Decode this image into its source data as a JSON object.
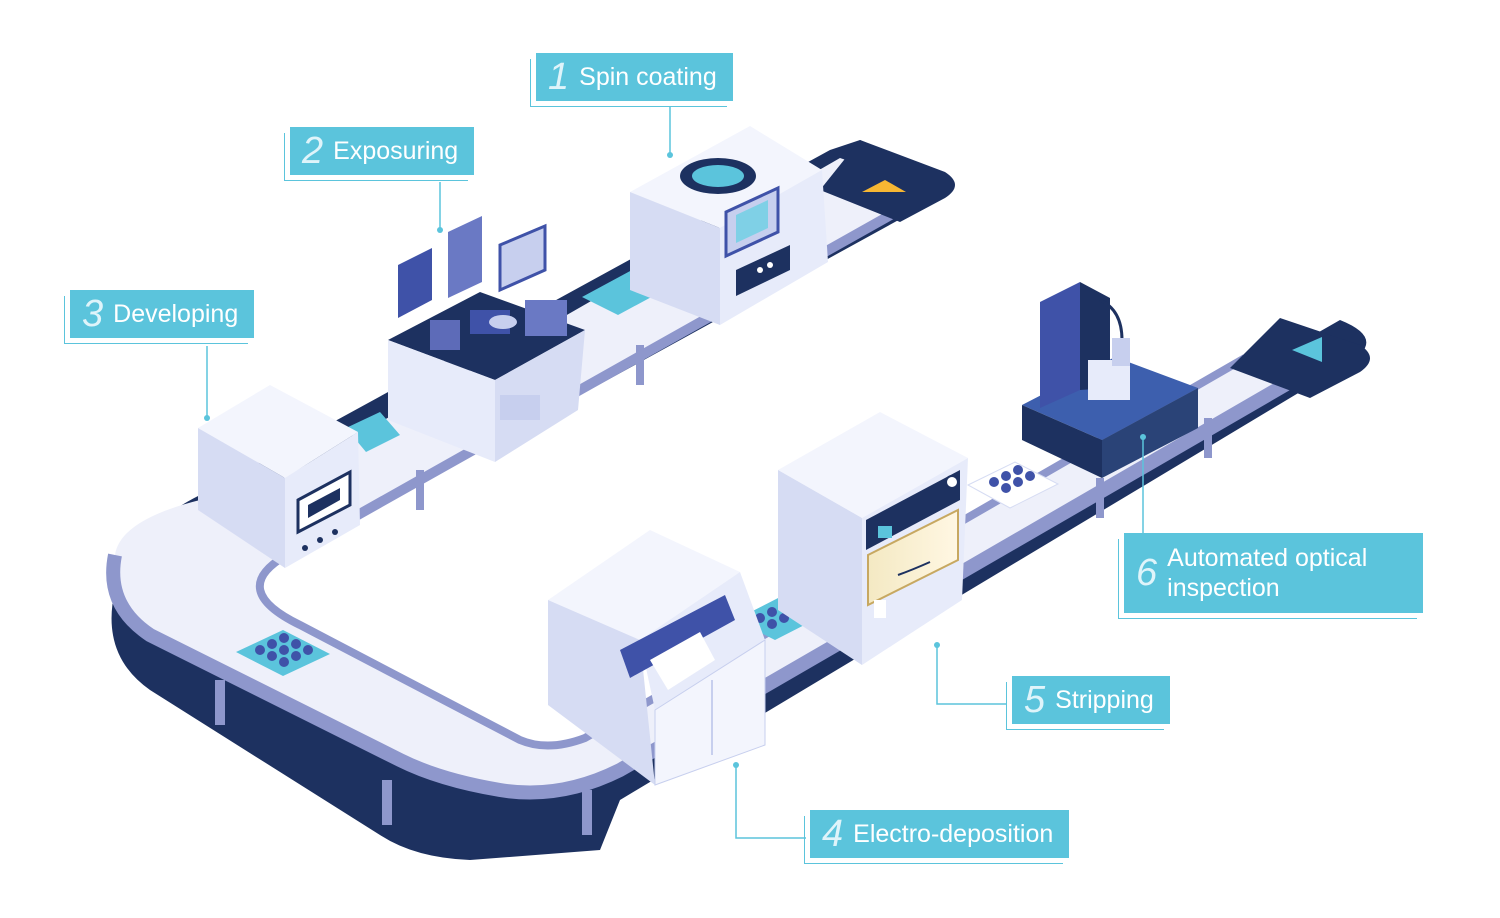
{
  "steps": [
    {
      "num": "1",
      "label": "Spin coating"
    },
    {
      "num": "2",
      "label": "Exposuring"
    },
    {
      "num": "3",
      "label": "Developing"
    },
    {
      "num": "4",
      "label": "Electro-deposition"
    },
    {
      "num": "5",
      "label": "Stripping"
    },
    {
      "num": "6",
      "label": "Automated optical inspection"
    }
  ],
  "colors": {
    "callout": "#5bc4dc",
    "navy": "#1d3160",
    "belt_top": "#eef0fa",
    "belt_rail": "#8e97cc",
    "machine_light": "#e7ebfa",
    "machine_side": "#c7cfee",
    "arrow_orange": "#f7b733",
    "arrow_cyan": "#5bc4dc"
  },
  "icons": [
    "direction-arrow-icon",
    "wafer-tray-icon"
  ]
}
